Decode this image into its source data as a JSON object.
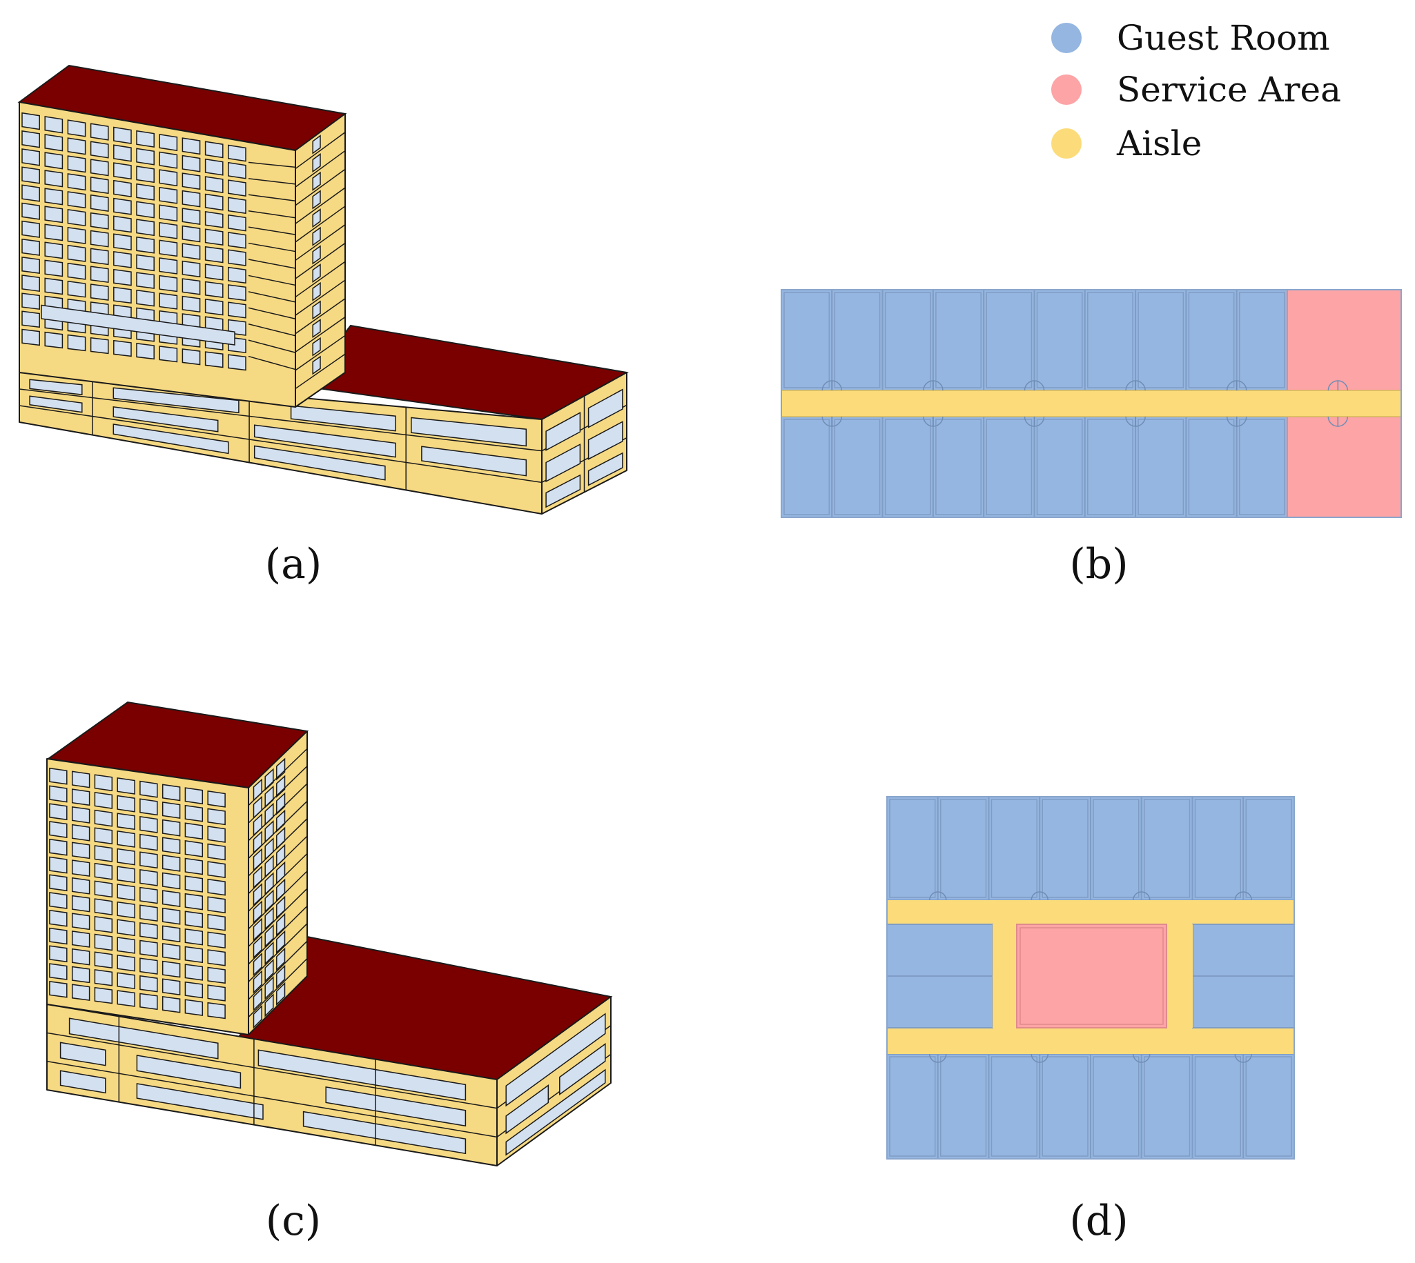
{
  "legend": {
    "items": [
      {
        "label": "Guest Room",
        "color": "#95b6e0"
      },
      {
        "label": "Service Area",
        "color": "#fca4a6"
      },
      {
        "label": "Aisle",
        "color": "#fcdc7a"
      }
    ]
  },
  "panels": [
    {
      "id": "a",
      "caption": "(a)",
      "kind": "3d-model-long-slab"
    },
    {
      "id": "b",
      "caption": "(b)",
      "kind": "floor-plan-double-loaded-corridor"
    },
    {
      "id": "c",
      "caption": "(c)",
      "kind": "3d-model-tower"
    },
    {
      "id": "d",
      "caption": "(d)",
      "kind": "floor-plan-central-core"
    }
  ],
  "colors": {
    "roof": "#7a0000",
    "facade": "#f6d983",
    "window": "#d3e0f0",
    "outline": "#1a1a1a",
    "guest_room": "#95b6e0",
    "service_area": "#fca4a6",
    "aisle": "#fcdc7a"
  }
}
